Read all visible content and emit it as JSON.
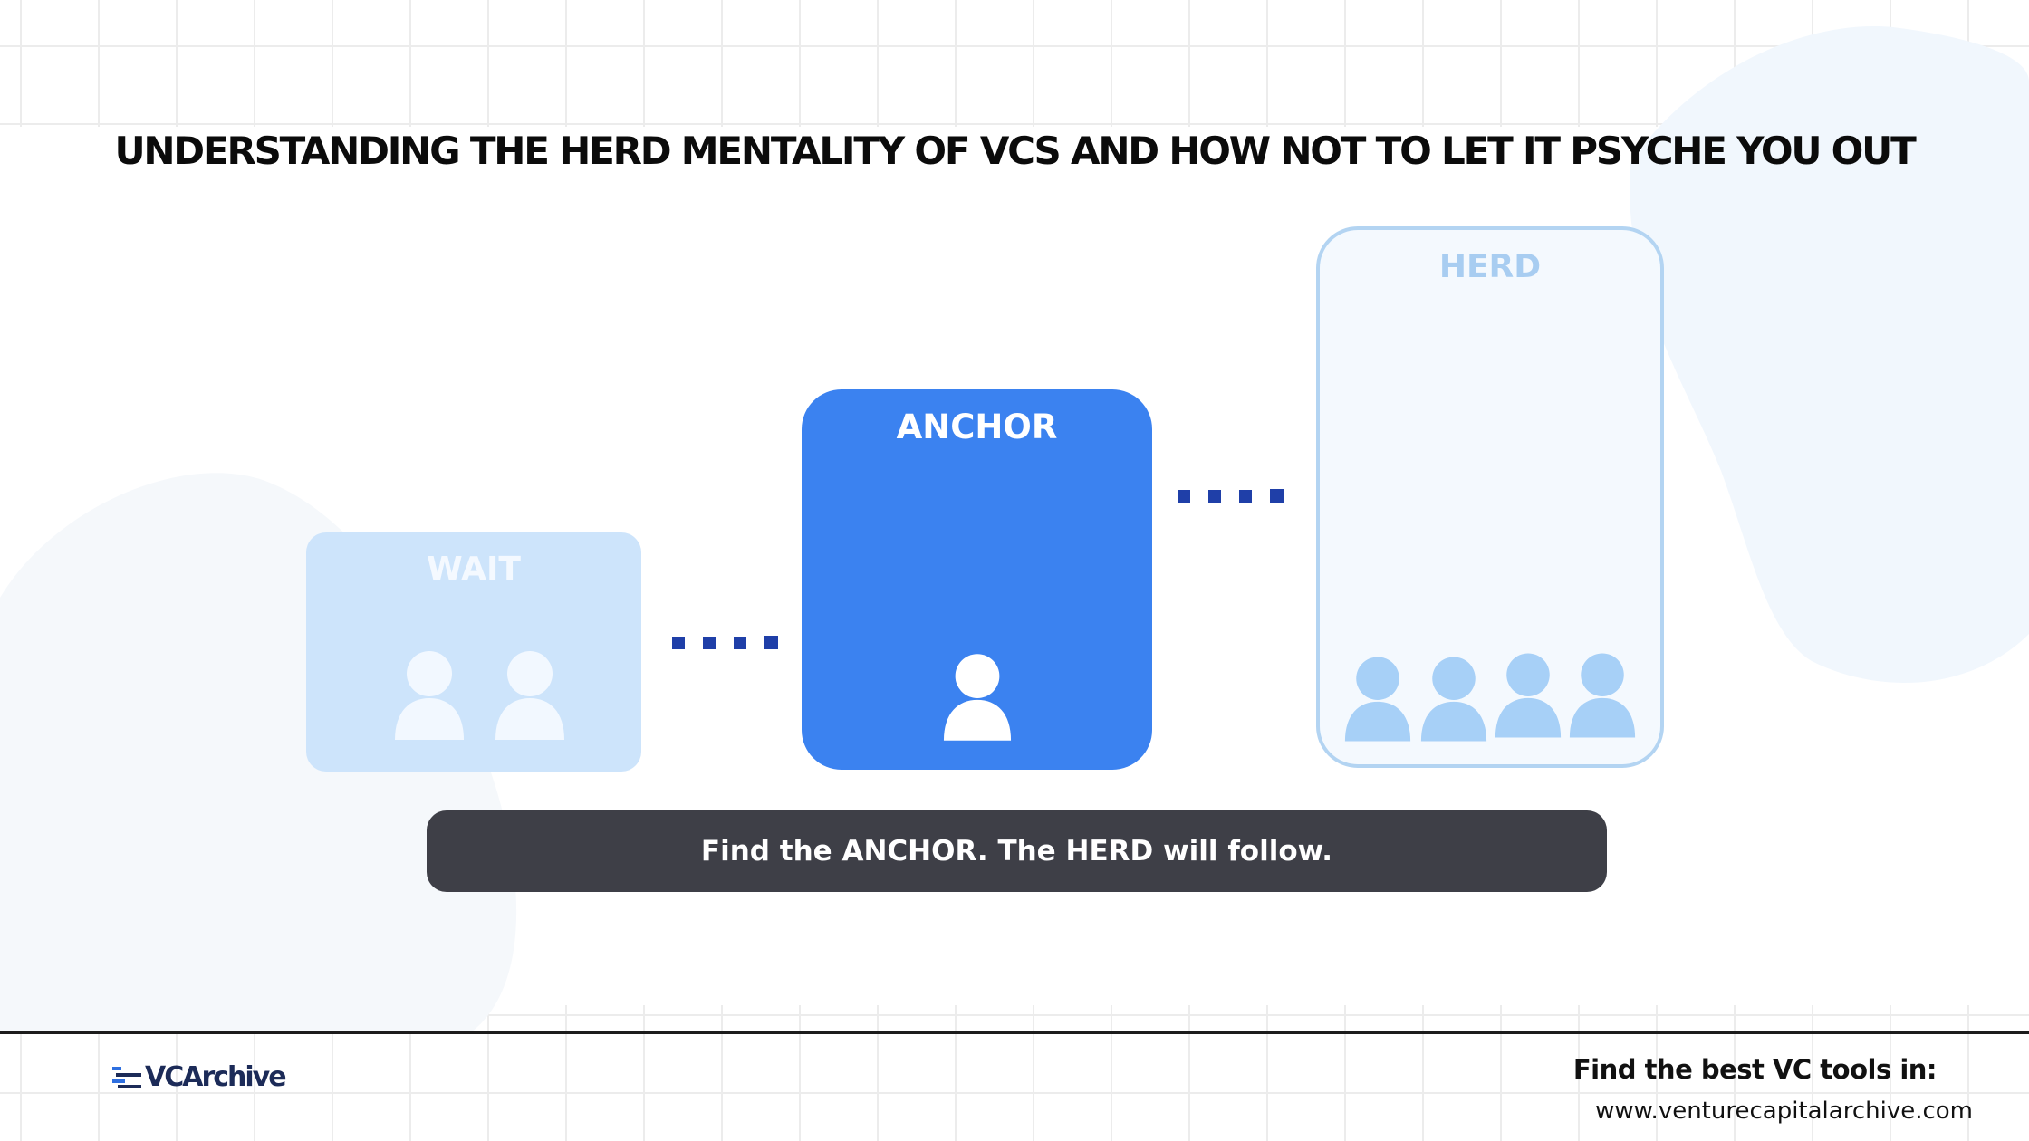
{
  "title": "UNDERSTANDING THE HERD MENTALITY OF VCS AND HOW NOT TO LET IT PSYCHE YOU OUT",
  "diagram": {
    "wait": {
      "label": "WAIT",
      "people": 2
    },
    "anchor": {
      "label": "ANCHOR",
      "people": 1
    },
    "herd": {
      "label": "HERD",
      "people": 4
    }
  },
  "caption": "Find the ANCHOR. The HERD will follow.",
  "footer": {
    "brand": "VCArchive",
    "promo_heading": "Find the best VC tools in:",
    "promo_url": "www.venturecapitalarchive.com"
  },
  "colors": {
    "anchor": "#3b82f0",
    "wait": "#cde4fb",
    "herd_border": "#b3d4f2",
    "connector": "#1f3fa8",
    "caption_bg": "#3e3f47"
  }
}
